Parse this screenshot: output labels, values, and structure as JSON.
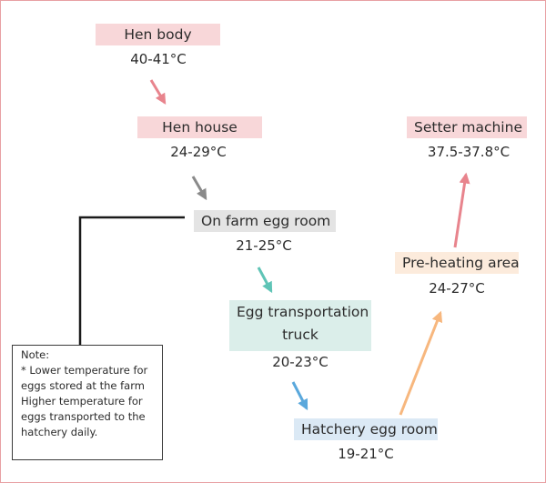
{
  "stations": [
    {
      "id": "hen-body",
      "label": "Hen body",
      "temp": "40-41°C",
      "bg": "#f8d7d9"
    },
    {
      "id": "hen-house",
      "label": "Hen house",
      "temp": "24-29°C",
      "bg": "#f8d7d9"
    },
    {
      "id": "on-farm-egg-room",
      "label": "On farm egg room",
      "temp": "21-25°C",
      "bg": "#e4e4e4"
    },
    {
      "id": "egg-transportation-truck",
      "label_line1": "Egg transportation",
      "label_line2": "truck",
      "temp": "20-23°C",
      "bg": "#dbeeea"
    },
    {
      "id": "hatchery-egg-room",
      "label": "Hatchery egg room",
      "temp": "19-21°C",
      "bg": "#dbe9f5"
    },
    {
      "id": "pre-heating-area",
      "label": "Pre-heating area",
      "temp": "24-27°C",
      "bg": "#fcebdc"
    },
    {
      "id": "setter-machine",
      "label": "Setter machine",
      "temp": "37.5-37.8°C",
      "bg": "#f8d7d9"
    }
  ],
  "arrow_colors": {
    "hen_body_to_hen_house": "#e8848d",
    "hen_house_to_egg_room": "#8a8a8a",
    "egg_room_to_truck": "#5fc4b6",
    "truck_to_hatchery": "#5aa8dc",
    "hatchery_to_preheating": "#f7b77e",
    "preheating_to_setter": "#e8848d"
  },
  "note": {
    "title": "Note:",
    "lines": [
      "* Lower temperature for",
      "eggs stored at the farm",
      "Higher temperature for",
      "eggs transported to the",
      "hatchery daily."
    ]
  }
}
